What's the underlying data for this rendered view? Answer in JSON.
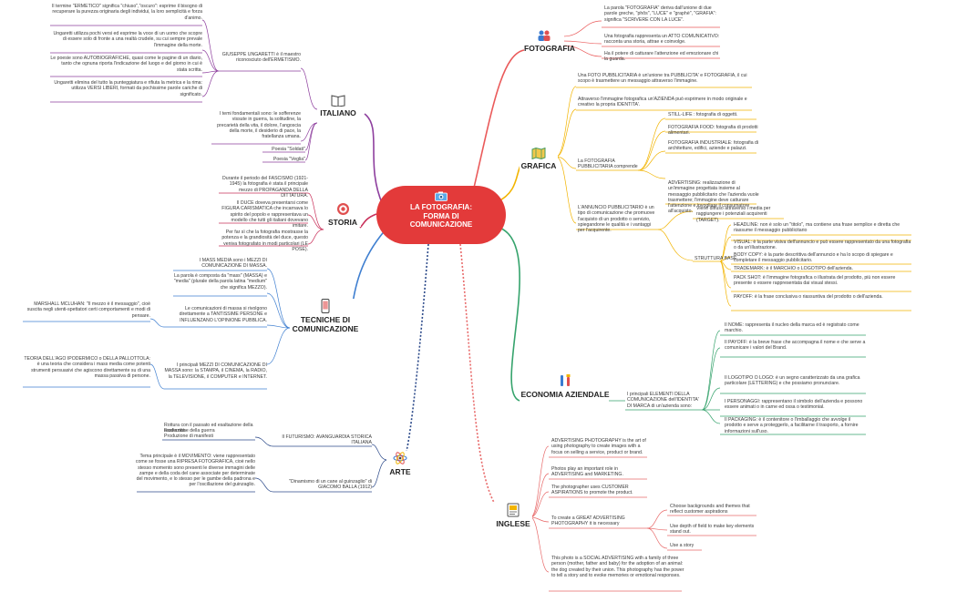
{
  "root": {
    "title": "LA FOTOGRAFIA: FORMA DI COMUNICAZIONE",
    "title_lines": [
      "LA FOTOGRAFIA:",
      "FORMA DI",
      "COMUNICAZIONE"
    ]
  },
  "fotografia": {
    "label": "FOTOGRAFIA",
    "items": [
      "La parola \"FOTOGRAFIA\" deriva dall'unione di due parole greche, \"phôs\", \"LUCE\" e \"graphè\", \"GRAFIA\": significa \"SCRIVERE CON LA LUCE\".",
      "Una fotografia rappresenta un ATTO COMUNICATIVO: racconta una storia, attrae e coinvolge.",
      "Ha il potere di catturare l'attenzione ed emozionare chi la guarda."
    ]
  },
  "grafica": {
    "label": "GRAFICA",
    "intro": "Una FOTO PUBBLICITARIA è un'unione tra PUBBLICITA' e FOTOGRAFIA, il cui scopo è trasmettere un messaggio attraverso l'immagine.",
    "item2": "Attraverso l'immagine fotografica un'AZIENDA può esprimere in modo originale e creativo la propria IDENTITA'.",
    "comprende": {
      "label": "La FOTOGRAFIA PUBBLICITARIA comprende",
      "items": [
        "STILL-LIFE : fotografia di oggetti.",
        "FOTOGRAFIA FOOD: fotografia di prodotti alimentari.",
        "FOTOGRAFIA INDUSTRIALE: fotografia di architetture, edifici, aziende e palazzi.",
        "ADVERTISING: realizzazione di un'immagine progettata insieme al messaggio pubblicitario che l'azienda vuole trasmettere; l'immagine deve catturare l'attenzione e invogliare il consumatore all'acquisto."
      ]
    },
    "annuncio": {
      "label": "L'ANNUNCIO PUBBLICITARIO è un tipo di comunicazione che promuove l'acquisto di un prodotto o servizio, spiegandone le qualità e i vantaggi per l'acquirente.",
      "diffuso": "Viene diffuso attraverso i media per raggiungere i potenziali acquirenti (TARGET).",
      "struttura": {
        "label": "STRUTTURA BASE",
        "items": [
          "HEADLINE: non è solo un \"titolo\", ma contiene una frase semplice e diretta che riassume il messaggio pubblicitario",
          "VISUAL: è la parte visiva dell'annuncio e può essere rappresentato da una fotografia o da un'illustrazione.",
          "BODY COPY: è la parte descrittiva dell'annuncio e ha lo scopo di spiegare e completare il messaggio pubblicitario.",
          "TRADEMARK: è il MARCHIO o LOGOTIPO dell'azienda.",
          "PACK SHOT: è l'immagine fotografica o illustrata del prodotto, più non essere presente o essere rappresentata dai visual stessi.",
          "PAYOFF: è la frase conclusiva o riassuntiva del prodotto o dell'azienda."
        ]
      }
    }
  },
  "economia": {
    "label": "ECONOMIA AZIENDALE",
    "intro": "I principali ELEMENTI DELLA COMUNICAZIONE dell'IDENTITA' DI MARCA di un'azienda sono:",
    "items": [
      "Il NOME: rappresenta il nucleo della marca ed è registrato come marchio.",
      "Il PAYOFF: è la breve frase che accompagna il nome e che serve a comunicare i valori del Brand.",
      "Il LOGOTIPO O LOGO: è un segno caratterizzato da una grafica particolare (LETTERING) e che possiamo pronunciare.",
      "I PERSONAGGI: rappresentano il simbolo dell'azienda e possono essere animati o in carne ed ossa o testimonial.",
      "Il PACKAGING: è il contenitore o l'imballaggio che avvolge il prodotto e serve a proteggerlo, a facilitarne il trasporto, a fornire informazioni sull'uso."
    ]
  },
  "inglese": {
    "label": "INGLESE",
    "items": [
      "ADVERTISING PHOTOGRAPHY is the art of using photography to create images with a focus on selling a service, product or brand.",
      "Photos play an important role in ADVERTISING and MARKETING.",
      "The photographer uses CUSTOMER ASPIRATIONS to promote the product."
    ],
    "great": {
      "label": "To create a GREAT ADVERTISING PHOTOGRAPHY it is necessary",
      "items": [
        "Choose backgrounds and themes that reflect customer aspirations",
        "Use depth of field to make key elements stand out.",
        "Use a story"
      ]
    },
    "social": "This photo is a SOCIAL ADVERTISING with a family of three person (mother, father and baby) for the adoption of an animal: the dog created by their union. This photography has the power to tell a story and to evoke memories or emotional responses."
  },
  "italiano": {
    "label": "ITALIANO",
    "ungaretti": {
      "label": "GIUSEPPE UNGARETTI è il maestro riconosciuto dell'ERMETISMO.",
      "items": [
        "Il termine \"ERMETICO\" significa \"chiuso\",\"oscuro\": esprime il bisogno di recuperare la purezza originaria degli individui, la loro semplicità e forza d'animo.",
        "Ungaretti utilizza pochi versi ed esprime la voce di un uomo che scopre di essere solo di fronte a una realtà crudele, su cui sempre prevale l'immagine della morte.",
        "Le poesie sono AUTOBIOGRAFICHE, quasi come le pagine di un diario, tanto che ognuna riporta l'indicazione del luogo e del giorno in cui è stata scritta.",
        "Ungaretti elimina del tutto la punteggiatura e rifiuta la metrica e la rima: utilizza VERSI LIBERI, formati da pochissime parole cariche di significato."
      ]
    },
    "temi": "I temi fondamentali sono: le sofferenze vissute in guerra, la solitudine, la precarietà della vita, il dolore, l'angoscia della morte, il desiderio di pace, la fratellanza umana.",
    "poesia1": "Poesia \"Soldati\"",
    "poesia2": "Poesia \"Veglia\""
  },
  "storia": {
    "label": "STORIA",
    "items": [
      "Durante il periodo del FASCISMO (1921- 1945) la fotografia è stata il principale mezzo di PROPAGANDA DELLA DITTATURA.",
      "Il DUCE doveva presentarsi come FIGURA CARISMATICA che incarnava lo spirito del popolo e rappresentava un modello che tutti gli italiani dovevano imitare.",
      "Per far sì che la fotografia mostrasse la potenza e la grandiosità del duce, questo veniva fotografato in modi particolari (LE POSE)."
    ]
  },
  "tecniche": {
    "label": "TECNICHE DI COMUNICAZIONE",
    "label_lines": [
      "TECNICHE DI",
      "COMUNICAZIONE"
    ],
    "items": [
      "I MASS MEDIA sono i MEZZI DI COMUNICAZIONE DI MASSA.",
      "La parola è composta da \"mass\" (MASSA) e \"media\" (plurale della parola latina \"medium\" che significa MEZZO).",
      "Le comunicazioni di massa si rivolgono direttamente a TANTISSIME PERSONE e INFLUENZANO L'OPINIONE PUBBLICA.",
      "I principali MEZZI DI COMUNICAZIONE DI MASSA sono: la STAMPA, il CINEMA, la RADIO, la TELEVISIONE, il COMPUTER e INTERNET."
    ],
    "mcluhan": "MARSHALL MCLUHAN: \"Il mezzo è il messaggio\", cioè suscita negli utenti-spettatori certi comportamenti e modi di pensare.",
    "ago": "TEORIA DELL'AGO IPODERMICO o DELLA PALLOTTOLA: è una teoria che considera i mass media come potenti strumenti persuasivi che agiscono direttamente su di una massa passiva di persone."
  },
  "arte": {
    "label": "ARTE",
    "futurismo": {
      "label": "Il FUTURISMO: AVANGUARDIA STORICA ITALIANA",
      "items": [
        "Rottura con il passato ed esaltazione della modernità",
        "Esaltazione della guerra",
        "Produzione di manifesti"
      ]
    },
    "balla": {
      "label": "\"Dinamismo di un cane al guinzaglio\" di GIACOMO BALLA (1912)",
      "desc": "Tema principale è il MOVIMENTO: viene rappresentato come se fosse una RIPRESA FOTOGRAFICA, cioè nello stesso momento sono presenti le diverse immagini delle zampe e della coda del cane associate per determinate del movimento, e lo stesso per le gambe della padrona e per l'oscillazione del guinzaglio."
    }
  }
}
